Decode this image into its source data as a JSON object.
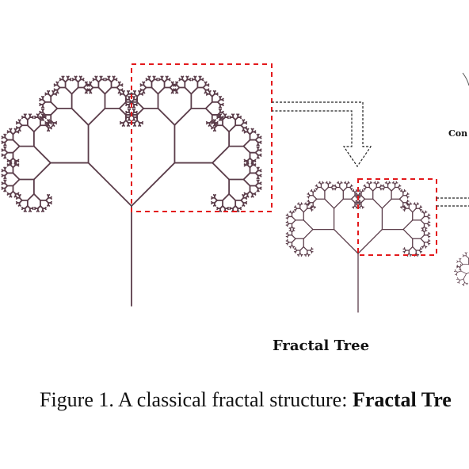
{
  "figure": {
    "tree_label": "Fractal Tree",
    "side_label_fragment": "Con",
    "caption_prefix": "Figure 1. A classical fractal structure: ",
    "caption_bold": "Fractal Tre"
  },
  "colors": {
    "branch": "#5b3d4a",
    "zoom_box": "#e3191c",
    "arrow": "#222222"
  },
  "icons": [
    "arrow-down-icon"
  ]
}
